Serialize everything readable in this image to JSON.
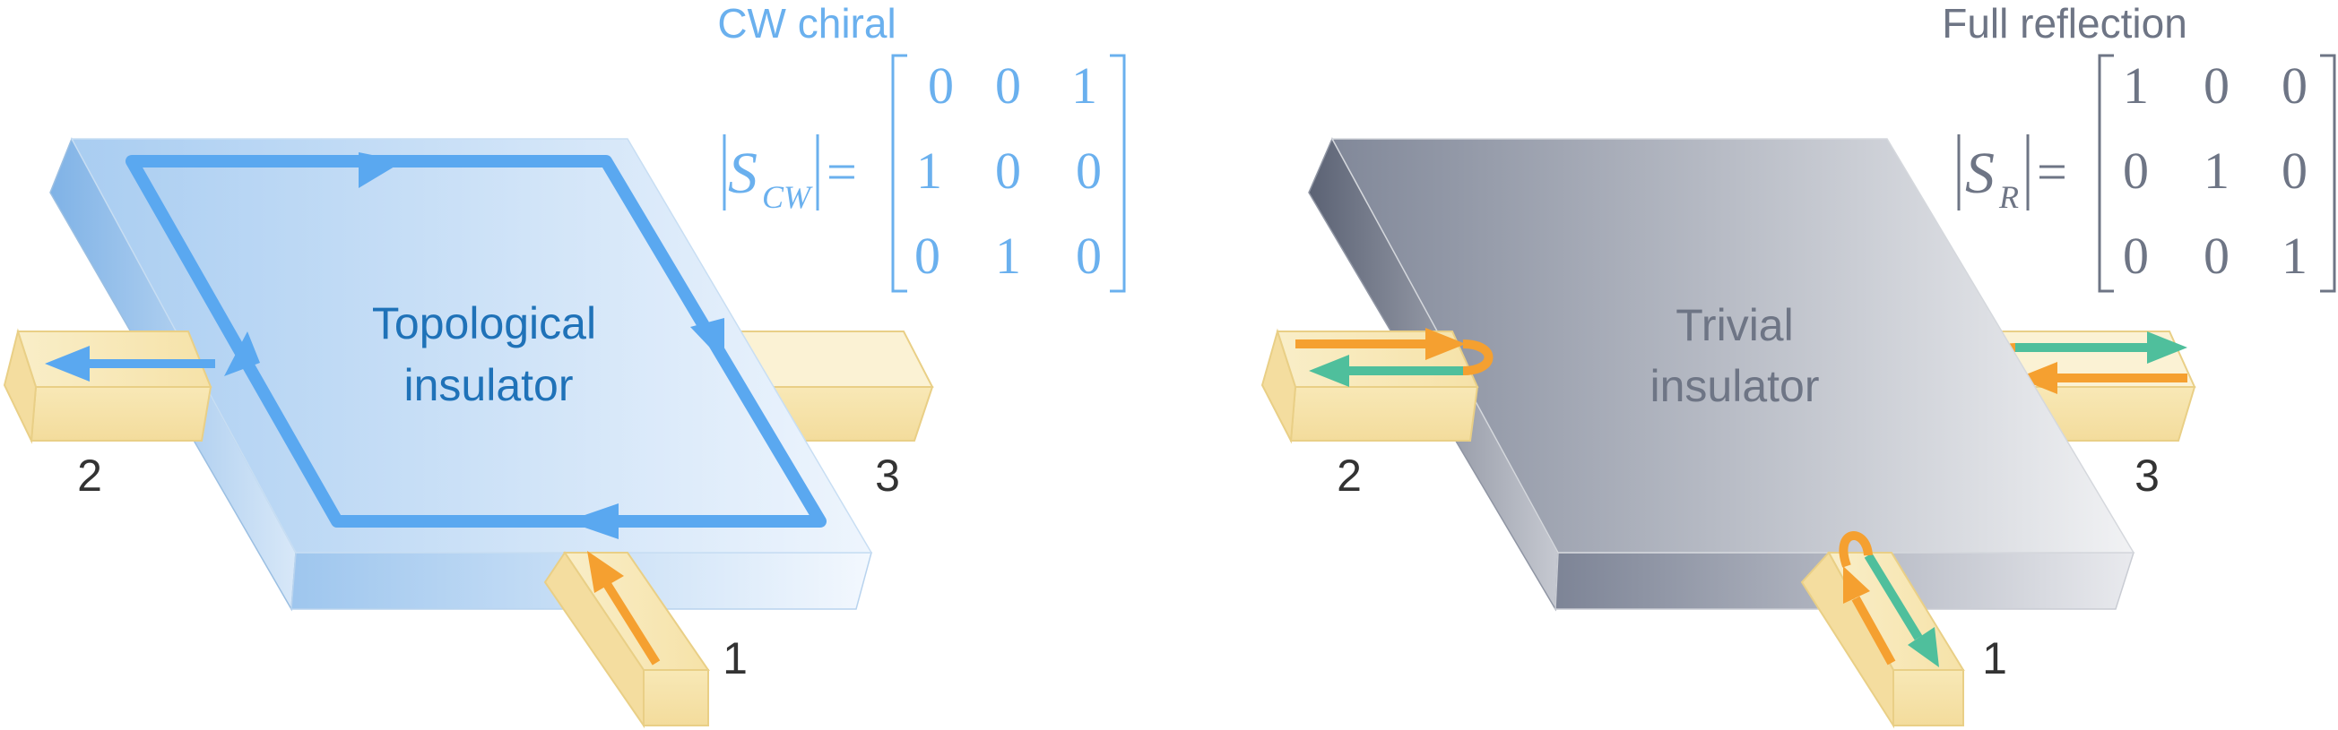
{
  "left": {
    "heading": "CW chiral",
    "slab_label_line1": "Topological",
    "slab_label_line2": "insulator",
    "matrix_symbol": "S",
    "matrix_subscript": "CW",
    "equals": "=",
    "matrix": [
      [
        "0",
        "0",
        "1"
      ],
      [
        "1",
        "0",
        "0"
      ],
      [
        "0",
        "1",
        "0"
      ]
    ],
    "ports": {
      "p1": "1",
      "p2": "2",
      "p3": "3"
    }
  },
  "right": {
    "heading": "Full reflection",
    "slab_label_line1": "Trivial",
    "slab_label_line2": "insulator",
    "matrix_symbol": "S",
    "matrix_subscript": "R",
    "equals": "=",
    "matrix": [
      [
        "1",
        "0",
        "0"
      ],
      [
        "0",
        "1",
        "0"
      ],
      [
        "0",
        "0",
        "1"
      ]
    ],
    "ports": {
      "p1": "1",
      "p2": "2",
      "p3": "3"
    }
  },
  "colors": {
    "blue_text": "#6ab0ee",
    "blue_edge": "#5aa8f0",
    "label_blue": "#1f72b8",
    "gray_text": "#6e7585",
    "orange": "#f5a030",
    "teal": "#4fbf9c",
    "waveguide": "#f7e6b4",
    "port_text": "#333333"
  }
}
